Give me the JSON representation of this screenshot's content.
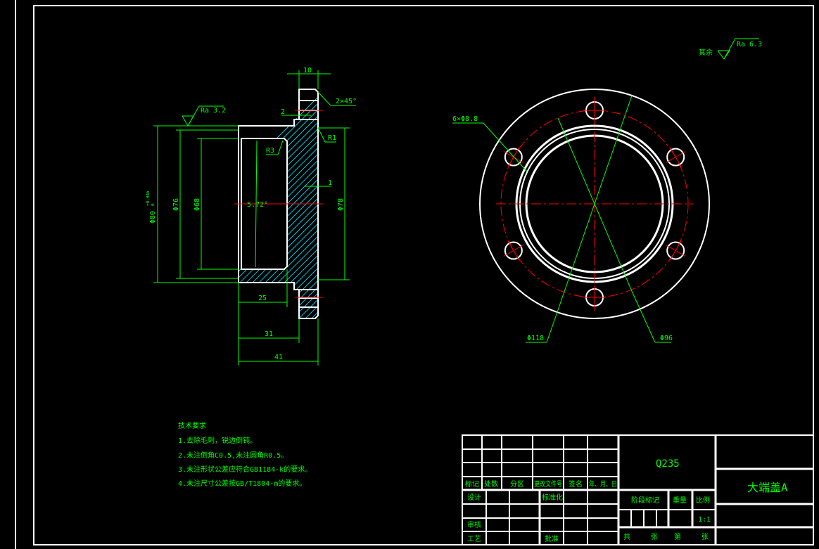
{
  "drawing": {
    "front_view_dims": {
      "flange_thickness": "10",
      "chamfer": "2×45°",
      "groove": "2",
      "fillet_r1": "R1",
      "fillet_r3": "R3",
      "step": "1",
      "dia_78": "Φ78",
      "dia_80": "Φ80",
      "dia_80_tol_upper": "+0.046",
      "dia_80_tol_lower": "0",
      "dia_76": "Φ76",
      "dia_68": "Φ68",
      "angle": "5.72°",
      "len_25": "25",
      "len_31": "31",
      "len_41": "41",
      "roughness": "Ra 3.2"
    },
    "side_view_dims": {
      "holes": "6×Φ8.8",
      "dia_118": "Φ118",
      "dia_96": "Φ96"
    },
    "general_roughness": {
      "label": "其余",
      "value": "Ra 6.3"
    },
    "tech_requirements": {
      "title": "技术要求",
      "items": [
        "1.去除毛刺，锐边倒钝。",
        "2.未注倒角C0.5,未注圆角R0.5。",
        "3.未注形状公差应符合GB1184-k的要求。",
        "4.未注尺寸公差按GB/T1804-m的要求。"
      ]
    }
  },
  "title_block": {
    "material": "Q235",
    "part_name": "大端盖A",
    "headers": [
      "标记",
      "处数",
      "分区",
      "更改文件号",
      "签名",
      "年、月、日"
    ],
    "design": "设计",
    "standardization": "标准化",
    "review": "审核",
    "process": "工艺",
    "approve": "批准",
    "stage_mark": "阶段标记",
    "weight": "重量",
    "scale_label": "比例",
    "scale_value": "1:1",
    "total": "共",
    "sheets": "张",
    "sheet_no": "第",
    "sheets2": "张"
  },
  "colors": {
    "background": "#000000",
    "outline": "#ffffff",
    "dimension": "#00ff00",
    "centerline": "#ff0000",
    "hatch": "#00e5ff"
  }
}
